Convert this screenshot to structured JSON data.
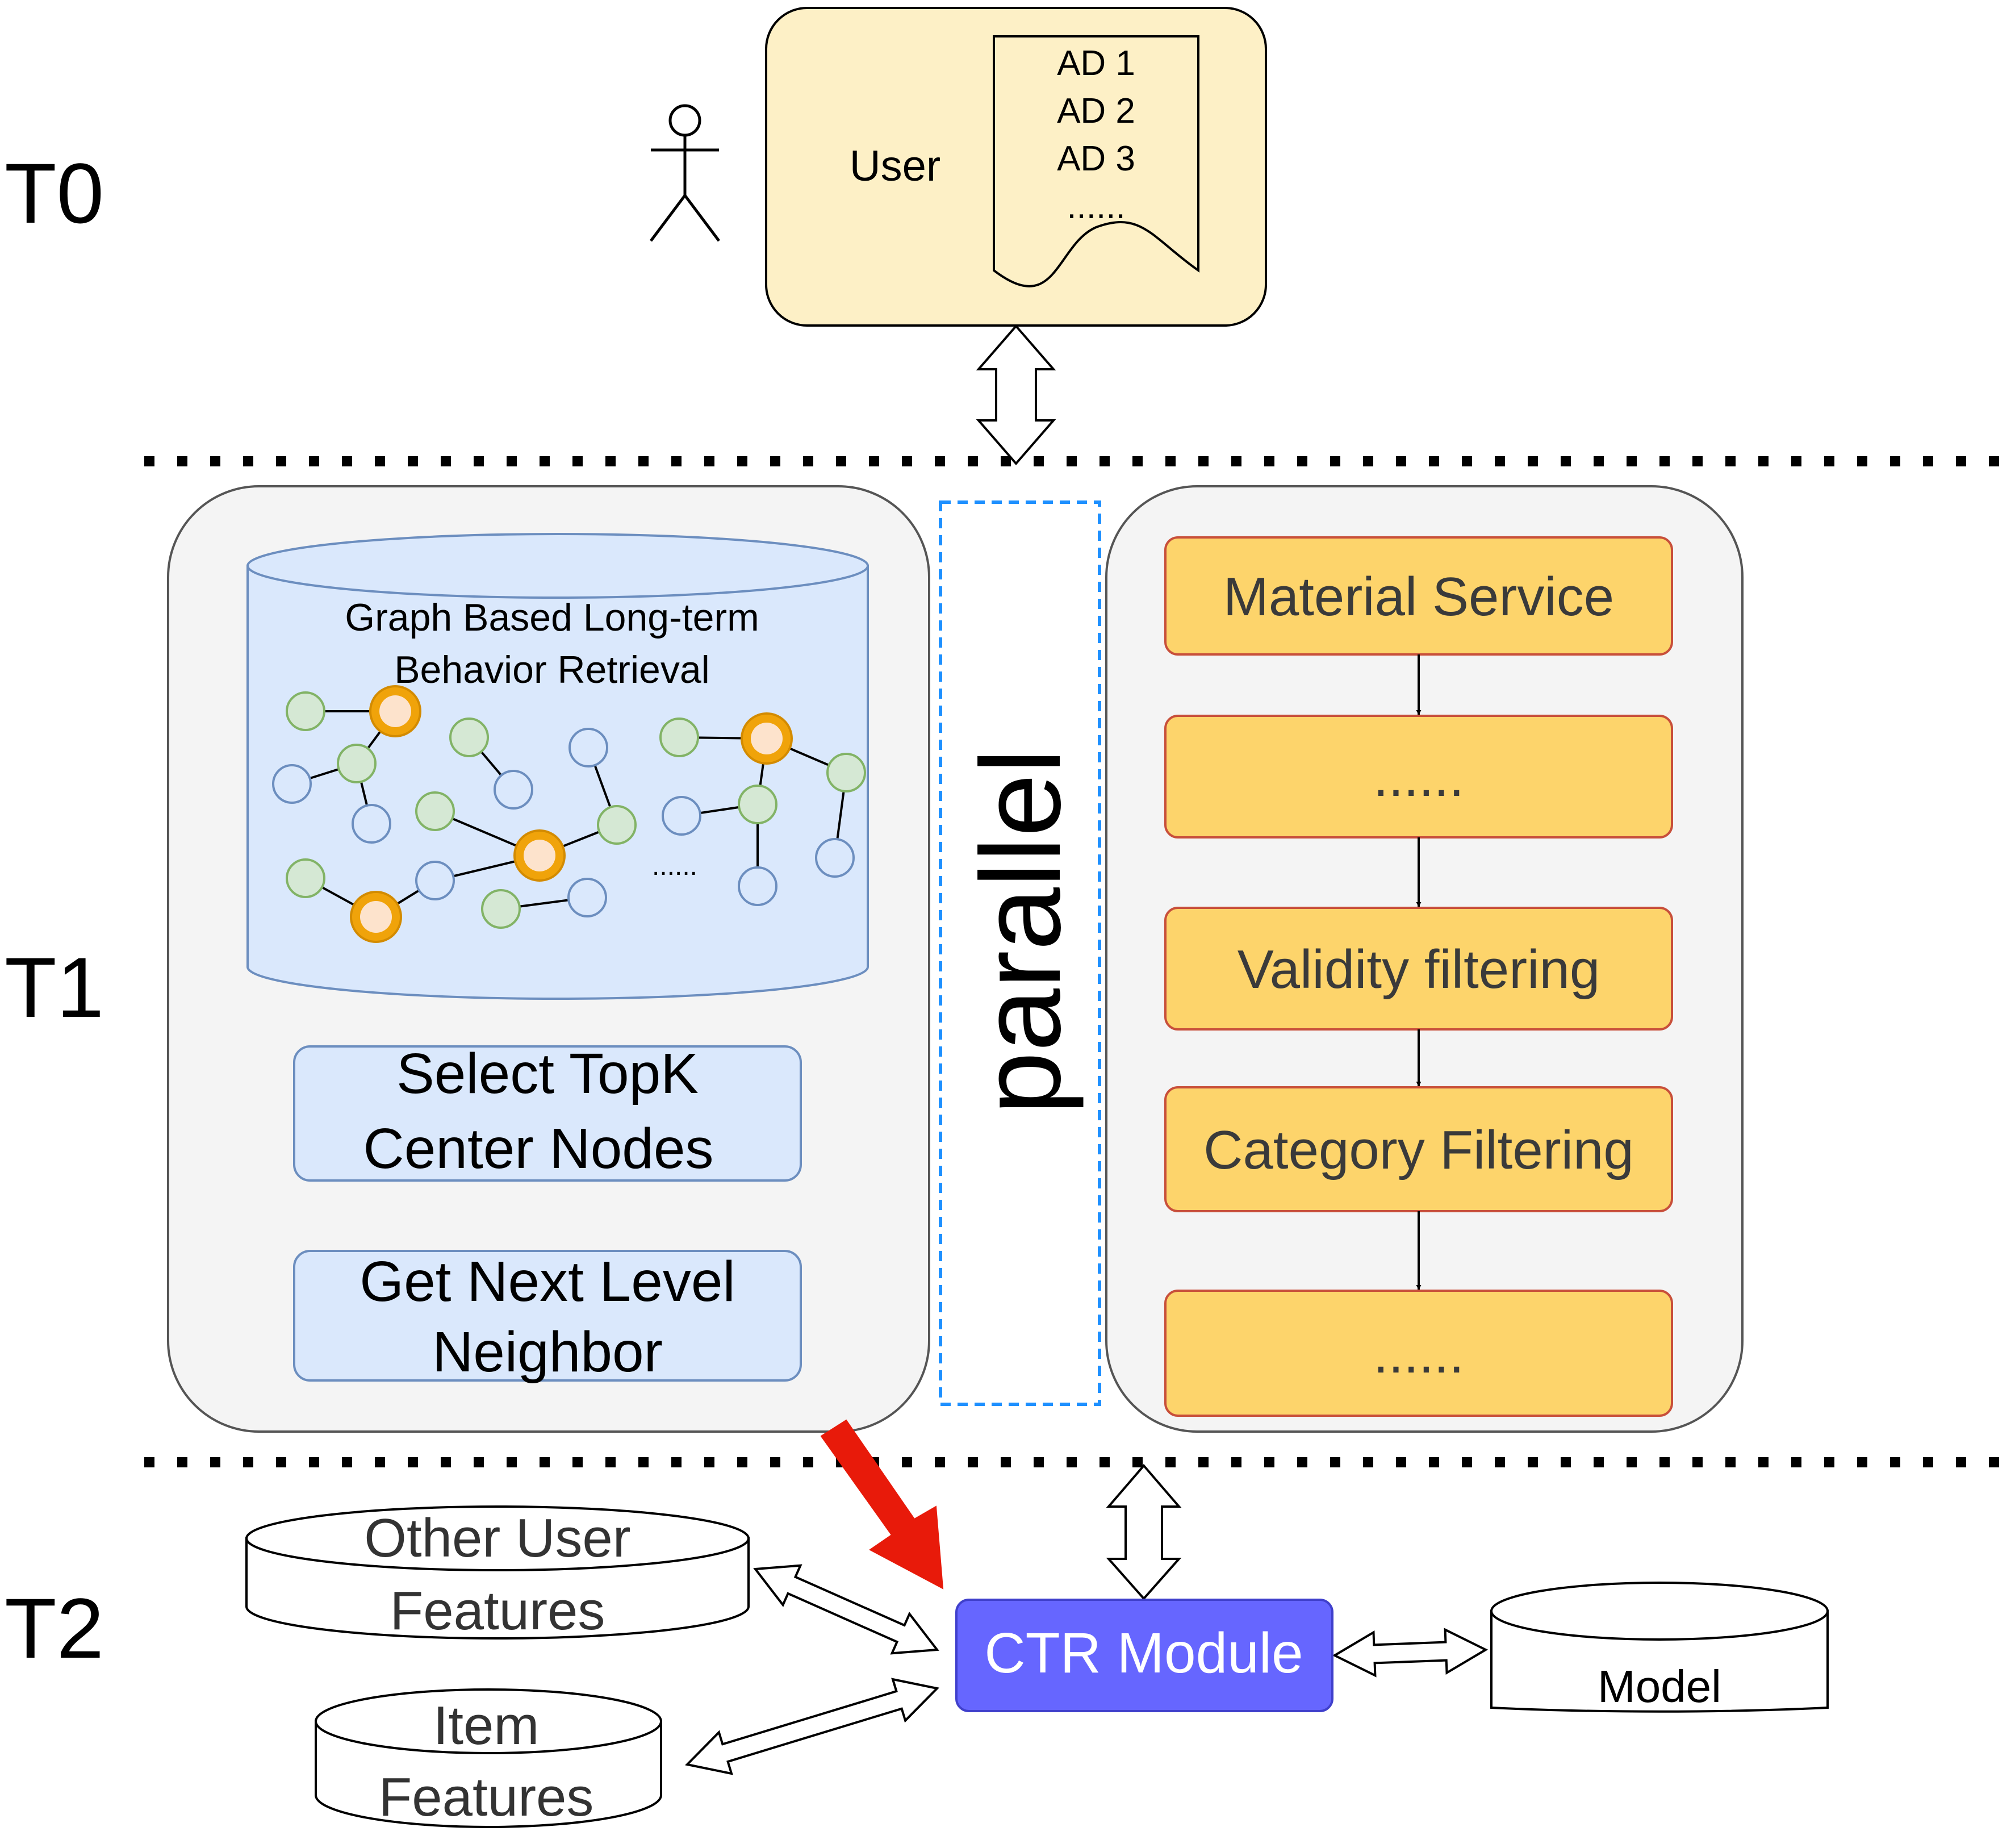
{
  "stage_labels": {
    "t0": "T0",
    "t1": "T1",
    "t2": "T2"
  },
  "user_box": {
    "user_label": "User",
    "ad_list": [
      "AD 1",
      "AD 2",
      "AD 3",
      "......"
    ]
  },
  "graph_panel": {
    "db_title_line1": "Graph Based Long-term",
    "db_title_line2": "Behavior Retrieval",
    "ellipsis": "......",
    "select_line1": "Select TopK",
    "select_line2": "Center Nodes",
    "neighbor_line1": "Get Next Level",
    "neighbor_line2": "Neighbor"
  },
  "parallel_label": "parallel",
  "pipeline": {
    "steps": [
      "Material Service",
      "......",
      "Validity filtering",
      "Category Filtering",
      "......"
    ]
  },
  "bottom": {
    "other_user_line1": "Other User",
    "other_user_line2": "Features",
    "item_line1": "Item",
    "item_line2": "Features",
    "ctr_label": "CTR Module",
    "model_label": "Model"
  },
  "colors": {
    "user_box_fill": "#fdf0c6",
    "panel_fill": "#f4f4f4",
    "db_fill": "#dae8fc",
    "db_stroke": "#6c8ebf",
    "step_fill": "#fdd46b",
    "step_stroke": "#c84f3a",
    "ctr_fill": "#6666ff",
    "center_node": "#f0a30a",
    "green_node": "#d5e8d4",
    "green_stroke": "#82b366",
    "blue_node_stroke": "#6c8ebf",
    "parallel_border": "#1e90ff",
    "red_arrow": "#e81a0a"
  }
}
